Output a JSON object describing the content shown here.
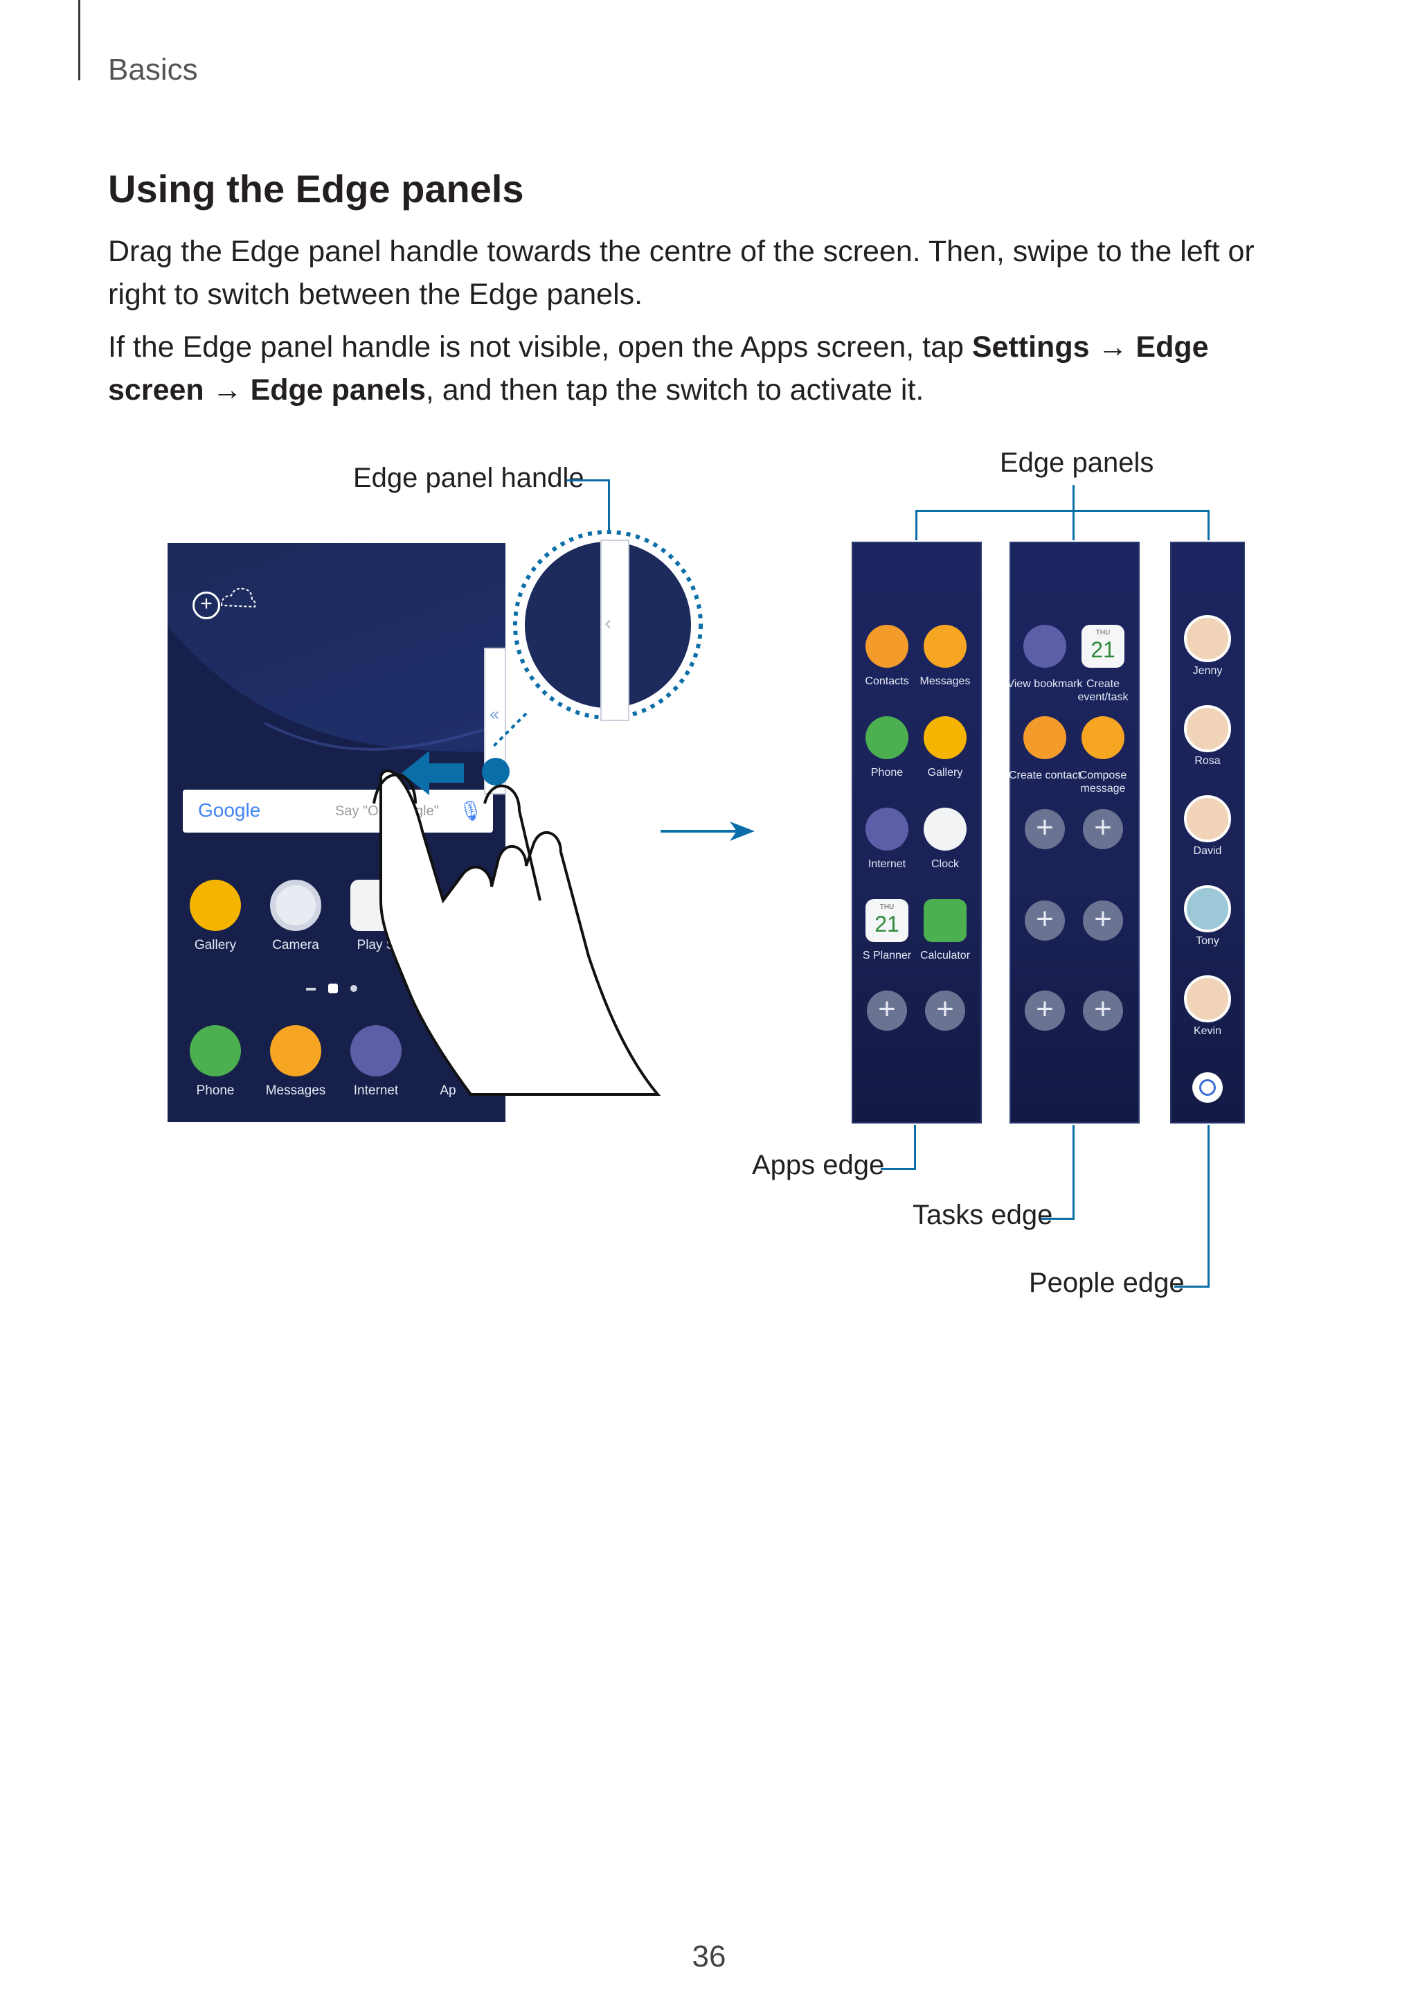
{
  "header": {
    "section": "Basics"
  },
  "title": "Using the Edge panels",
  "paragraphs": {
    "p1": "Drag the Edge panel handle towards the centre of the screen. Then, swipe to the left or right to switch between the Edge panels.",
    "p2_a": "If the Edge panel handle is not visible, open the Apps screen, tap ",
    "p2_settings": "Settings",
    "p2_arrow1": " → ",
    "p2_edgescreen": "Edge screen",
    "p2_arrow2": " → ",
    "p2_edgepanels": "Edge panels",
    "p2_b": ", and then tap the switch to activate it."
  },
  "callouts": {
    "edge_panel_handle": "Edge panel handle",
    "edge_panels": "Edge panels",
    "apps_edge": "Apps edge",
    "tasks_edge": "Tasks edge",
    "people_edge": "People edge"
  },
  "phone": {
    "search_brand": "Google",
    "search_hint": "Say \"Ok Google\"",
    "apps_row": [
      "Gallery",
      "Camera",
      "Play S"
    ],
    "dock": [
      "Phone",
      "Messages",
      "Internet",
      "Ap"
    ]
  },
  "apps_edge": {
    "items": [
      "Contacts",
      "Messages",
      "Phone",
      "Gallery",
      "Internet",
      "Clock",
      "S Planner",
      "Calculator"
    ],
    "calendar_day": "THU",
    "calendar_date": "21"
  },
  "tasks_edge": {
    "items": [
      "View bookmark",
      "Create event/task",
      "Create contact",
      "Compose message"
    ],
    "calendar_day": "THU",
    "calendar_date": "21"
  },
  "people_edge": {
    "people": [
      "Jenny",
      "Rosa",
      "David",
      "Tony",
      "Kevin"
    ]
  },
  "page_number": "36",
  "colors": {
    "accent": "#0a6ea8",
    "panel_bg": "#1c2560",
    "text": "#231f20"
  }
}
